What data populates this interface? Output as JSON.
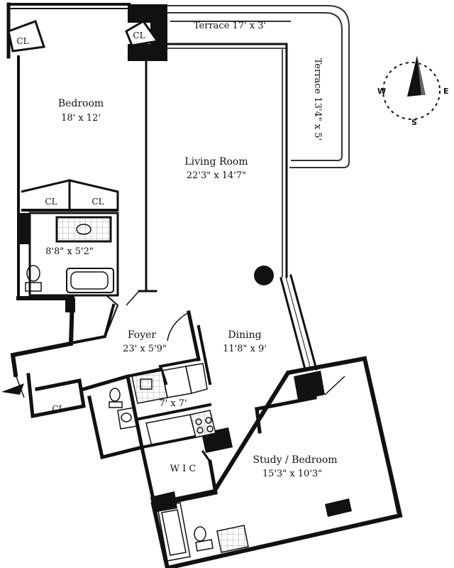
{
  "rooms": {
    "terrace_top": {
      "name": "Terrace",
      "dims": "17' x 3'"
    },
    "terrace_side": {
      "name": "Terrace",
      "dims": "13'4\" x 5'"
    },
    "bedroom": {
      "name": "Bedroom",
      "dims": "18' x 12'"
    },
    "living_room": {
      "name": "Living Room",
      "dims": "22'3\" x 14'7\""
    },
    "bath_main": {
      "dims": "8'8\" x 5'2\""
    },
    "foyer": {
      "name": "Foyer",
      "dims": "23' x 5'9\""
    },
    "dining": {
      "name": "Dining",
      "dims": "11'8\" x 9'"
    },
    "kitchen": {
      "dims": "7' x 7'"
    },
    "wic": {
      "name": "W I C"
    },
    "study_bedroom": {
      "name": "Study / Bedroom",
      "dims": "15'3\" x 10'3\""
    }
  },
  "closets": [
    "CL",
    "CL",
    "CL",
    "CL",
    "CL"
  ],
  "compass": {
    "west": "W",
    "east": "E",
    "south": "S"
  },
  "colors": {
    "wall": "#111111",
    "background": "#ffffff"
  }
}
